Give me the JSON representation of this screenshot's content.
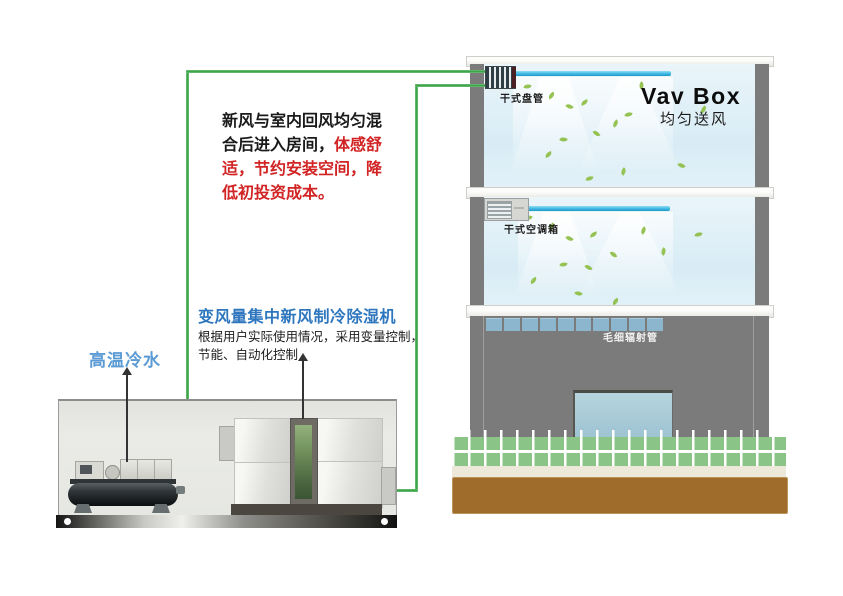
{
  "colors": {
    "pipe_green": "#3fa648",
    "note_red": "#d22424",
    "heading_blue": "#2e77be",
    "water_blue": "#5b9bd5",
    "duct_blue": "#3fb9e4",
    "fence_green": "#8ac486",
    "ground_brown": "#a06c2c",
    "wall_gray": "#7b7b7b"
  },
  "diagram": {
    "note": {
      "black": "新风与室内回风均匀混合后进入房间，",
      "red": "体感舒适，节约安装空间，降低初投资成本。"
    },
    "dehumidifier": {
      "title": "变风量集中新风制冷除湿机",
      "desc1": "根据用户实际使用情况，采用变量控制，",
      "desc2": "节能、自动化控制"
    },
    "chilled_water_label": "高温冷水",
    "vav": {
      "title": "Vav Box",
      "subtitle": "均匀送风"
    },
    "dry_coil_label": "干式盘管",
    "dry_ahu_label": "干式空调箱",
    "capillary_label": "毛细辐射管",
    "capillary_panel_count": 10
  }
}
